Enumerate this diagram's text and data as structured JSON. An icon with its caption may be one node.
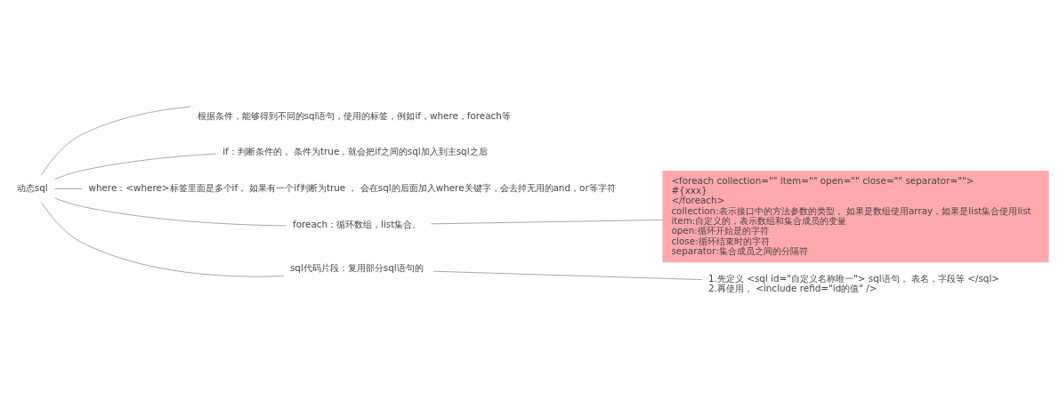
{
  "diagram": {
    "nodes": [
      {
        "text": [
          "动态sql"
        ]
      },
      {
        "text": [
          "根据条件，能够得到不同的sql语句，使用的标签，例如if，where，foreach等"
        ]
      },
      {
        "text": [
          "if：判断条件的， 条件为true，就会把if之间的sql加入到主sql之后"
        ]
      },
      {
        "text": [
          "where：<where>标签里面是多个if， 如果有一个if判断为true ， 会在sql的后面加入where关键字，会去掉无用的and，or等字符"
        ]
      },
      {
        "text": [
          "foreach：循环数组，list集合。"
        ]
      },
      {
        "text": [
          "sql代码片段：复用部分sql语句的"
        ]
      },
      {
        "text": [
          "<foreach collection=\"\" item=\"\" open=\"\" close=\"\" separator=\"\">",
          "#{xxx}",
          "</foreach>",
          "collection:表示接口中的方法参数的类型， 如果是数组使用array，如果是list集合使用list",
          "item:自定义的，表示数组和集合成员的变量",
          "open:循环开始是的字符",
          "close:循环结束时的字符",
          "separator:集合成员之间的分隔符"
        ]
      },
      {
        "text": [
          "1.先定义 <sql id=\"自定义名称唯一\"> sql语句， 表名，字段等 </sql>",
          "2.再使用， <include refid=\"id的值\" />"
        ]
      }
    ],
    "edges": [
      {
        "from": 0,
        "to": 1,
        "arrow": "none"
      },
      {
        "from": 0,
        "to": 2,
        "arrow": "none"
      },
      {
        "from": 0,
        "to": 3,
        "arrow": "none"
      },
      {
        "from": 0,
        "to": 4,
        "arrow": "none"
      },
      {
        "from": 0,
        "to": 5,
        "arrow": "none"
      },
      {
        "from": 4,
        "to": 6,
        "arrow": "none"
      },
      {
        "from": 5,
        "to": 7,
        "arrow": "none"
      }
    ]
  }
}
